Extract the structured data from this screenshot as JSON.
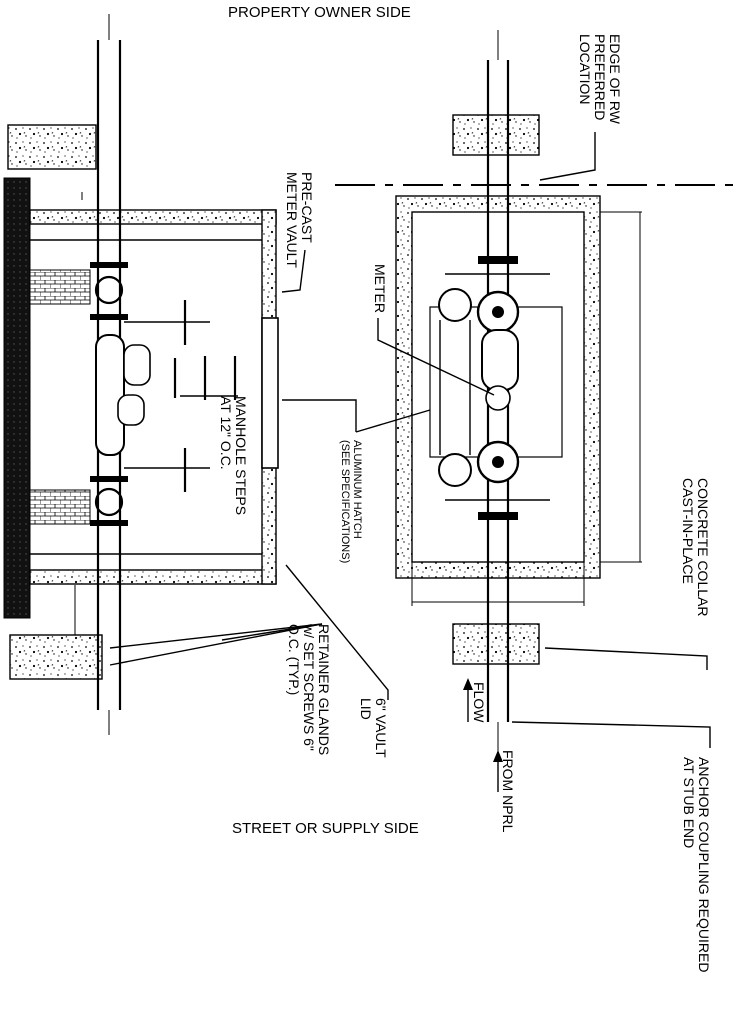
{
  "labels": {
    "property_owner_side": "PROPERTY OWNER SIDE",
    "street_or_supply_side": "STREET OR SUPPLY SIDE",
    "edge_of_rw": [
      "EDGE OF RW",
      "PREFERRED",
      "LOCATION"
    ],
    "pre_cast_meter_vault": [
      "PRE-CAST",
      "METER VAULT"
    ],
    "meter": "METER",
    "manhole_steps": [
      "MANHOLE STEPS",
      "AT 12\" O.C."
    ],
    "aluminum_hatch": [
      "ALUMINUM HATCH",
      "(SEE SPECIFICATIONS)"
    ],
    "concrete_collar": [
      "CONCRETE COLLAR",
      "CAST-IN-PLACE"
    ],
    "retainer_glands": [
      "RETAINER GLANDS",
      "w/ SET SCREWS 6\"",
      "O.C. (TYP.)"
    ],
    "vault_lid": [
      "6\" VAULT",
      "LID"
    ],
    "flow": "FLOW",
    "from_nprl": "FROM NPRL",
    "anchor_coupling": [
      "ANCHOR COUPLING REQUIRED",
      "AT STUB END"
    ]
  },
  "colors": {
    "ink": "#000000",
    "paper": "#ffffff"
  }
}
